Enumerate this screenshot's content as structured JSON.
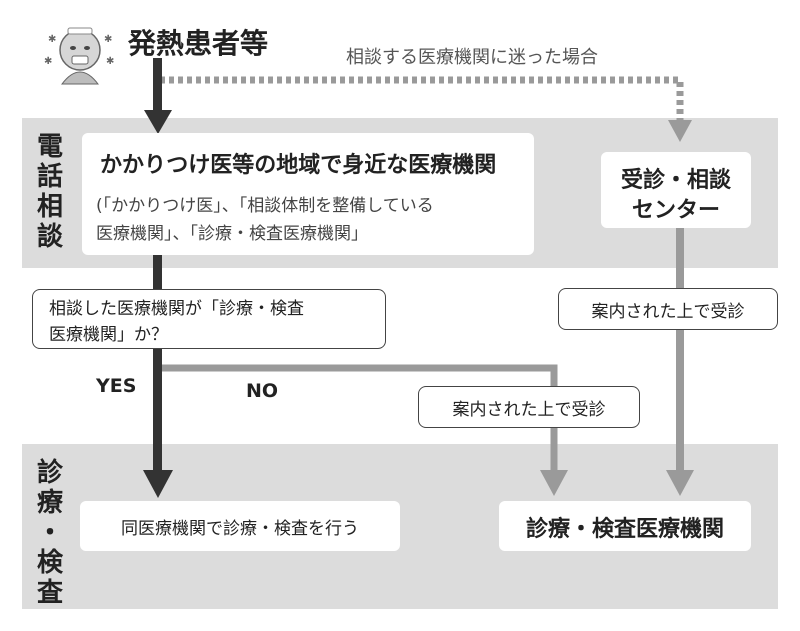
{
  "top": {
    "origin_label": "発熱患者等",
    "unsure_label": "相談する医療機関に迷った場合"
  },
  "bands": {
    "phone_label_chars": [
      "電",
      "話",
      "相",
      "談"
    ],
    "treat_label_chars": [
      "診",
      "療",
      "・",
      "検",
      "査"
    ]
  },
  "nodes": {
    "family_title": "かかりつけ医等の地域で身近な医療機関",
    "family_note_line1": "(「かかりつけ医」、「相談体制を整備している",
    "family_note_line2": "医療機関」、「診療・検査医療機関」",
    "center_line1": "受診・相談",
    "center_line2": "センター",
    "question_line1": "相談した医療機関が「診療・検査",
    "question_line2": "医療機関」か？",
    "guided_right": "案内された上で受診",
    "guided_mid": "案内された上で受診",
    "same_inst": "同医療機関で診療・検査を行う",
    "exam_inst": "診療・検査医療機関"
  },
  "branches": {
    "yes": "YES",
    "no": "NO"
  },
  "colors": {
    "band": "#dcdcdc",
    "dark_arrow": "#333333",
    "gray_arrow": "#9a9a9a"
  },
  "icons": {
    "patient": "sick-person-icon"
  }
}
